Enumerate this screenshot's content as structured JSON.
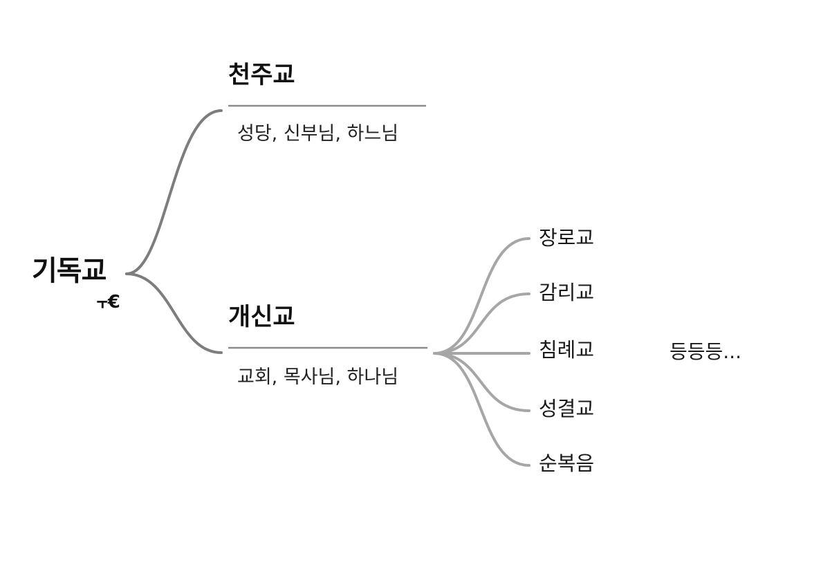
{
  "diagram": {
    "root": {
      "label": "기독교",
      "glyph": "⫟€"
    },
    "branches": [
      {
        "title": "천주교",
        "description": "성당, 신부님, 하느님"
      },
      {
        "title": "개신교",
        "description": "교회, 목사님, 하나님",
        "children": [
          "장로교",
          "감리교",
          "침례교",
          "성결교",
          "순복음"
        ]
      }
    ],
    "extra": "등등등...",
    "colors": {
      "root_connector": "#7d7d7d",
      "child_connector": "#a6a6a6",
      "underline": "#8a8a8a",
      "text": "#1a1a1a"
    }
  }
}
